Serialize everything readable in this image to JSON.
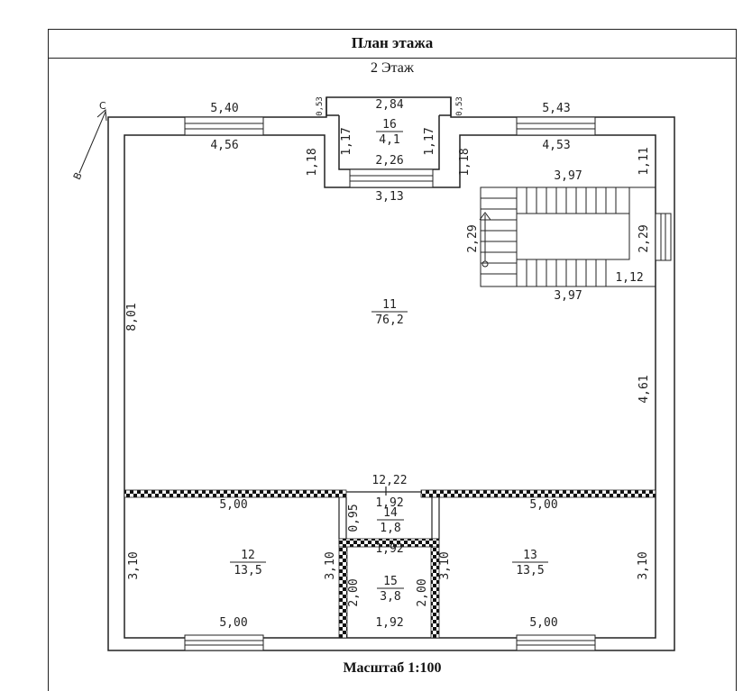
{
  "header": {
    "title": "План этажа"
  },
  "floor": {
    "label": "2 Этаж"
  },
  "scale": {
    "label": "Масштаб 1:100"
  },
  "compass": {
    "north": "С",
    "west": "В"
  },
  "rooms": {
    "r11": {
      "number": "11",
      "area": "76,2"
    },
    "r12": {
      "number": "12",
      "area": "13,5"
    },
    "r13": {
      "number": "13",
      "area": "13,5"
    },
    "r14": {
      "number": "14",
      "area": "1,8"
    },
    "r15": {
      "number": "15",
      "area": "3,8"
    },
    "r16": {
      "number": "16",
      "area": "4,1"
    }
  },
  "dims": {
    "top_left_outer": "5,40",
    "top_left_inner": "4,56",
    "top_right_outer": "5,43",
    "top_right_inner": "4,53",
    "bay_top": "2,84",
    "bay_left_small": "0,53",
    "bay_right_small": "0,53",
    "bay_left_side": "1,17",
    "bay_right_side": "1,17",
    "bay_inner": "2,26",
    "bay_bottom": "3,13",
    "bay_left_depth": "1,18",
    "bay_right_depth": "1,18",
    "right_top_side": "1,11",
    "stair_top": "3,97",
    "stair_left": "2,29",
    "stair_right": "2,29",
    "stair_landing": "1,12",
    "stair_bottom": "3,97",
    "left_wall": "8,01",
    "right_wall": "4,61",
    "room11_width": "12,22",
    "corridor_top": "1,92",
    "corridor_left": "0,95",
    "corridor_bottom": "1,92",
    "room12_top": "5,00",
    "room12_bottom": "5,00",
    "room12_left": "3,10",
    "room12_right": "3,10",
    "room13_top": "5,00",
    "room13_bottom": "5,00",
    "room13_left": "3,10",
    "room13_right": "3,10",
    "bath_left": "2,00",
    "bath_right": "2,00",
    "bath_bottom": "1,92"
  }
}
